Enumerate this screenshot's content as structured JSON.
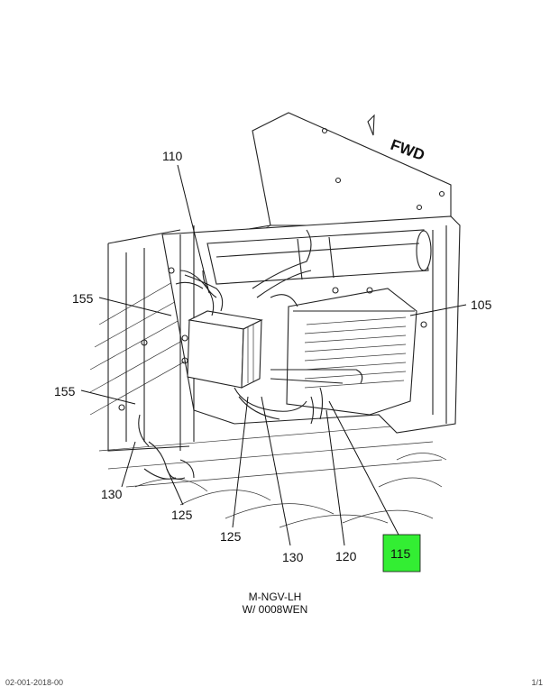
{
  "diagram": {
    "fwd_label": "FWD",
    "callouts": {
      "c105": "105",
      "c110": "110",
      "c115": "115",
      "c120": "120",
      "c125a": "125",
      "c125b": "125",
      "c130a": "130",
      "c130b": "130",
      "c155a": "155",
      "c155b": "155"
    },
    "highlight_color": "#33ee33",
    "highlighted_callout": "115"
  },
  "caption": {
    "line1": "M-NGV-LH",
    "line2": "W/ 0008WEN"
  },
  "footer": {
    "left": "02-001-2018-00",
    "right": "1/1"
  }
}
